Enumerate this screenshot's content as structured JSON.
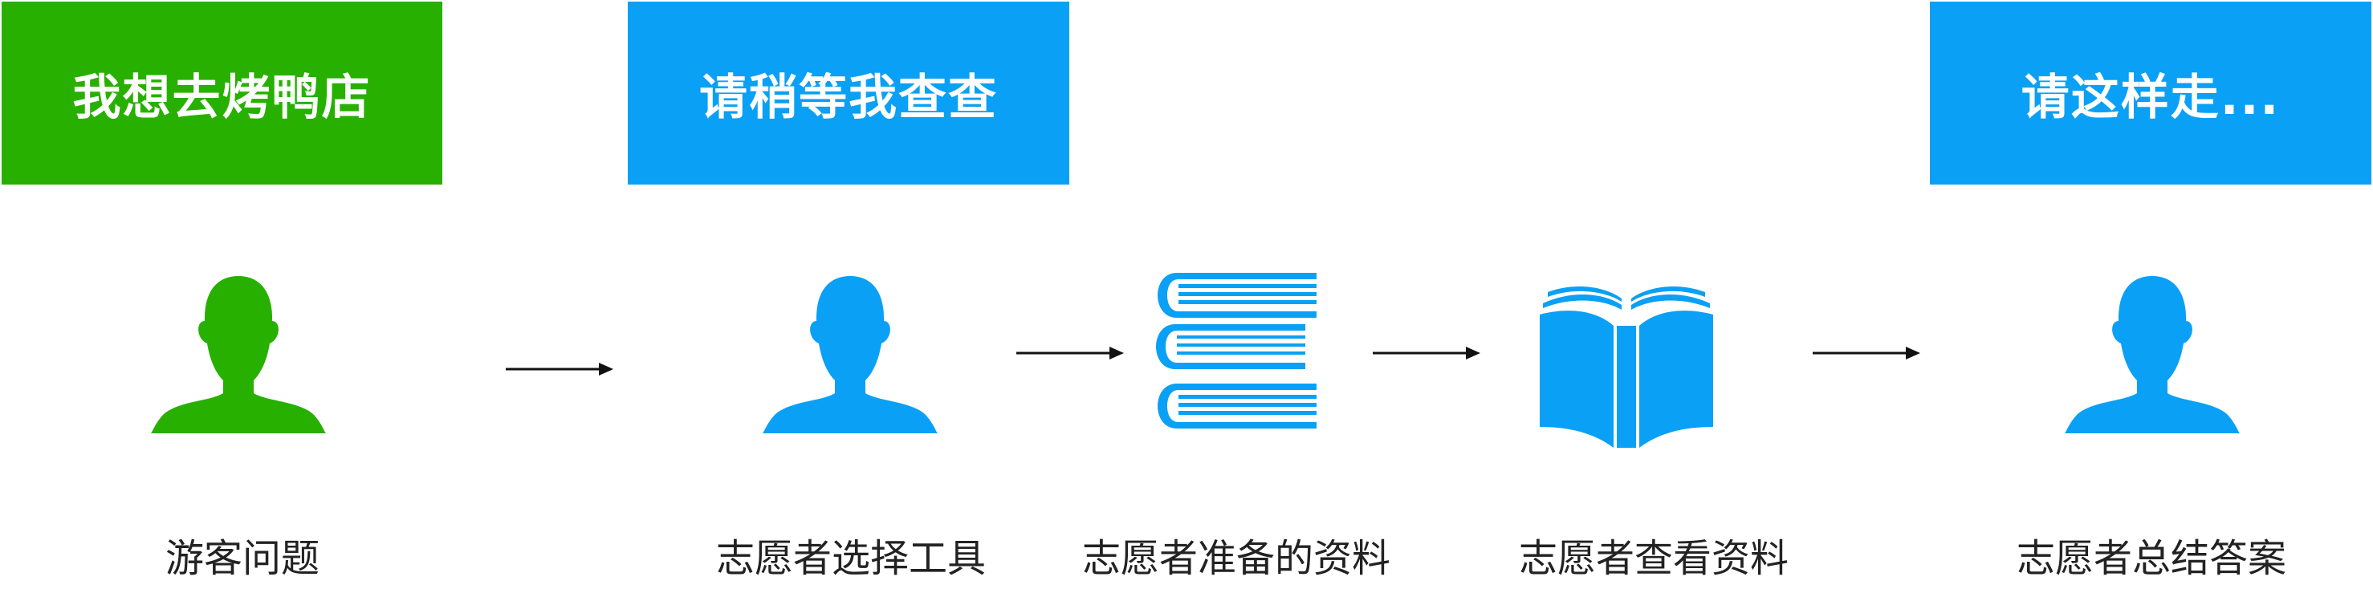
{
  "colors": {
    "visitor": "#27b000",
    "volunteer": "#0aa0f5",
    "arrow": "#111111",
    "caption": "#222222"
  },
  "bubbles": {
    "visitor_question": "我想去烤鸭店",
    "volunteer_wait": "请稍等我查查",
    "volunteer_answer": "请这样走..."
  },
  "nodes": [
    {
      "icon": "person-icon",
      "role": "visitor",
      "caption": "游客问题"
    },
    {
      "icon": "person-icon",
      "role": "volunteer",
      "caption": "志愿者选择工具"
    },
    {
      "icon": "book-stack-icon",
      "role": "volunteer",
      "caption": "志愿者准备的资料"
    },
    {
      "icon": "open-book-icon",
      "role": "volunteer",
      "caption": "志愿者查看资料"
    },
    {
      "icon": "person-icon",
      "role": "volunteer",
      "caption": "志愿者总结答案"
    }
  ]
}
